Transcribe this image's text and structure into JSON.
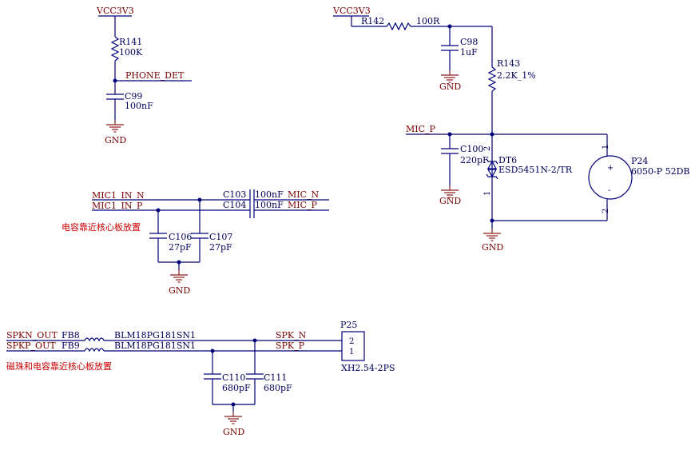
{
  "colors": {
    "wire": "#00007a",
    "net": "#7a0000",
    "ground": "#8b1a1a",
    "note": "#cc0000"
  },
  "power": {
    "vcc_left": "VCC3V3",
    "vcc_right": "VCC3V3"
  },
  "ground_label": "GND",
  "phone_det": {
    "r_ref": "R141",
    "r_val": "100K",
    "net": "PHONE_DET",
    "c_ref": "C99",
    "c_val": "100nF"
  },
  "mic_bias": {
    "r142_ref": "R142",
    "r142_val": "100R",
    "c98_ref": "C98",
    "c98_val": "1uF",
    "r143_ref": "R143",
    "r143_val": "2.2K_1%",
    "net": "MIC_P",
    "c100_ref": "C100",
    "c100_val": "220pF",
    "dt6_ref": "DT6",
    "dt6_val": "ESD5451N-2/TR",
    "dt6_pin_top": "2",
    "dt6_pin_bottom": "1",
    "p24_ref": "P24",
    "p24_val": "6050-P 52DB",
    "p24_pin_top": "1",
    "p24_pin_bottom": "2",
    "p24_plus": "+",
    "p24_minus": "-"
  },
  "mic_input": {
    "net_n_in": "MIC1_IN_N",
    "net_p_in": "MIC1_IN_P",
    "c103_ref": "C103",
    "c104_ref": "C104",
    "c103_val": "100nF",
    "c104_val": "100nF",
    "net_n_out": "MIC_N",
    "net_p_out": "MIC_P",
    "note": "电容靠近核心板放置",
    "c106_ref": "C106",
    "c106_val": "27pF",
    "c107_ref": "C107",
    "c107_val": "27pF"
  },
  "speaker": {
    "net_n_in": "SPKN_OUT",
    "net_p_in": "SPKP_OUT",
    "fb8_ref": "FB8",
    "fb9_ref": "FB9",
    "fb_val_1": "BLM18PG181SN1",
    "fb_val_2": "BLM18PG181SN1",
    "net_n_out": "SPK_N",
    "net_p_out": "SPK_P",
    "note": "磁珠和电容靠近核心板放置",
    "c110_ref": "C110",
    "c110_val": "680pF",
    "c111_ref": "C111",
    "c111_val": "680pF",
    "p25_ref": "P25",
    "p25_val": "XH2.54-2PS",
    "p25_pin_top": "2",
    "p25_pin_bottom": "1"
  }
}
